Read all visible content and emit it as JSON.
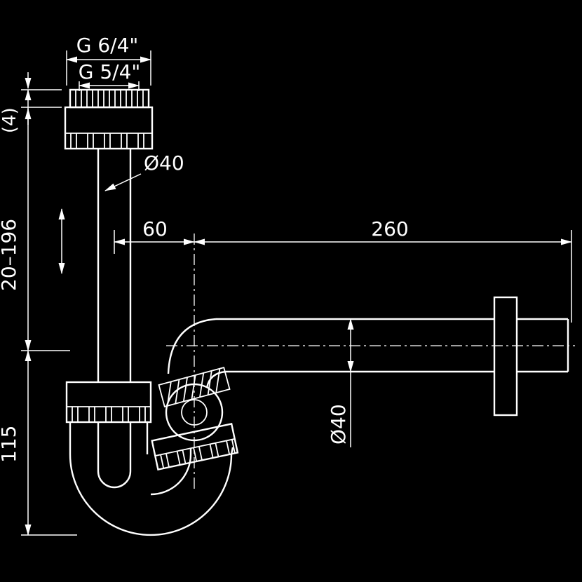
{
  "canvas": {
    "background": "#000000",
    "line_color": "#ffffff"
  },
  "dimensions": {
    "top_thread": "G 6/4\"",
    "inner_thread": "G 5/4\"",
    "flange_height": "(4)",
    "inlet_diameter": "Ø40",
    "height_range": "20–196",
    "trap_offset": "60",
    "outlet_length": "260",
    "outlet_diameter": "Ø40",
    "trap_height": "115"
  }
}
